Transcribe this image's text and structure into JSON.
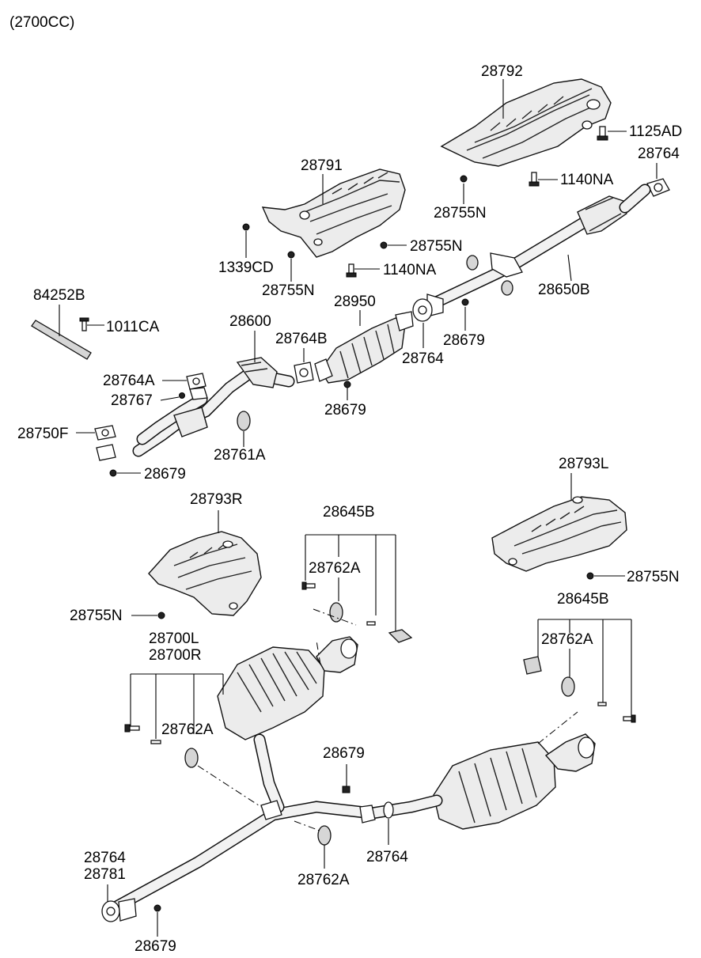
{
  "engine_label": "(2700CC)",
  "labels": {
    "l28792": "28792",
    "l1125AD": "1125AD",
    "l28764_top": "28764",
    "l1140NA_top": "1140NA",
    "l28755N_top": "28755N",
    "l28791": "28791",
    "l28755N_mid": "28755N",
    "l1339CD": "1339CD",
    "l1140NA_mid": "1140NA",
    "l28755N_left": "28755N",
    "l28650B": "28650B",
    "l84252B": "84252B",
    "l1011CA": "1011CA",
    "l28950": "28950",
    "l28600": "28600",
    "l28764B": "28764B",
    "l28679_cat": "28679",
    "l28764_cat": "28764",
    "l28764A": "28764A",
    "l28767": "28767",
    "l28679_mid": "28679",
    "l28750F": "28750F",
    "l28761A": "28761A",
    "l28679_left": "28679",
    "l28793L": "28793L",
    "l28755N_right": "28755N",
    "l28793R": "28793R",
    "l28755N_lower": "28755N",
    "l28645B_mid": "28645B",
    "l28762A_mid": "28762A",
    "l28645B_right": "28645B",
    "l28762A_right": "28762A",
    "l28700": "28700L\n28700R",
    "l28762A_left": "28762A",
    "l28679_bottom_mid": "28679",
    "l28764_bottom_mid": "28764",
    "l28762A_bottom": "28762A",
    "l28764_28781": "28764\n28781",
    "l28679_bottom": "28679"
  }
}
